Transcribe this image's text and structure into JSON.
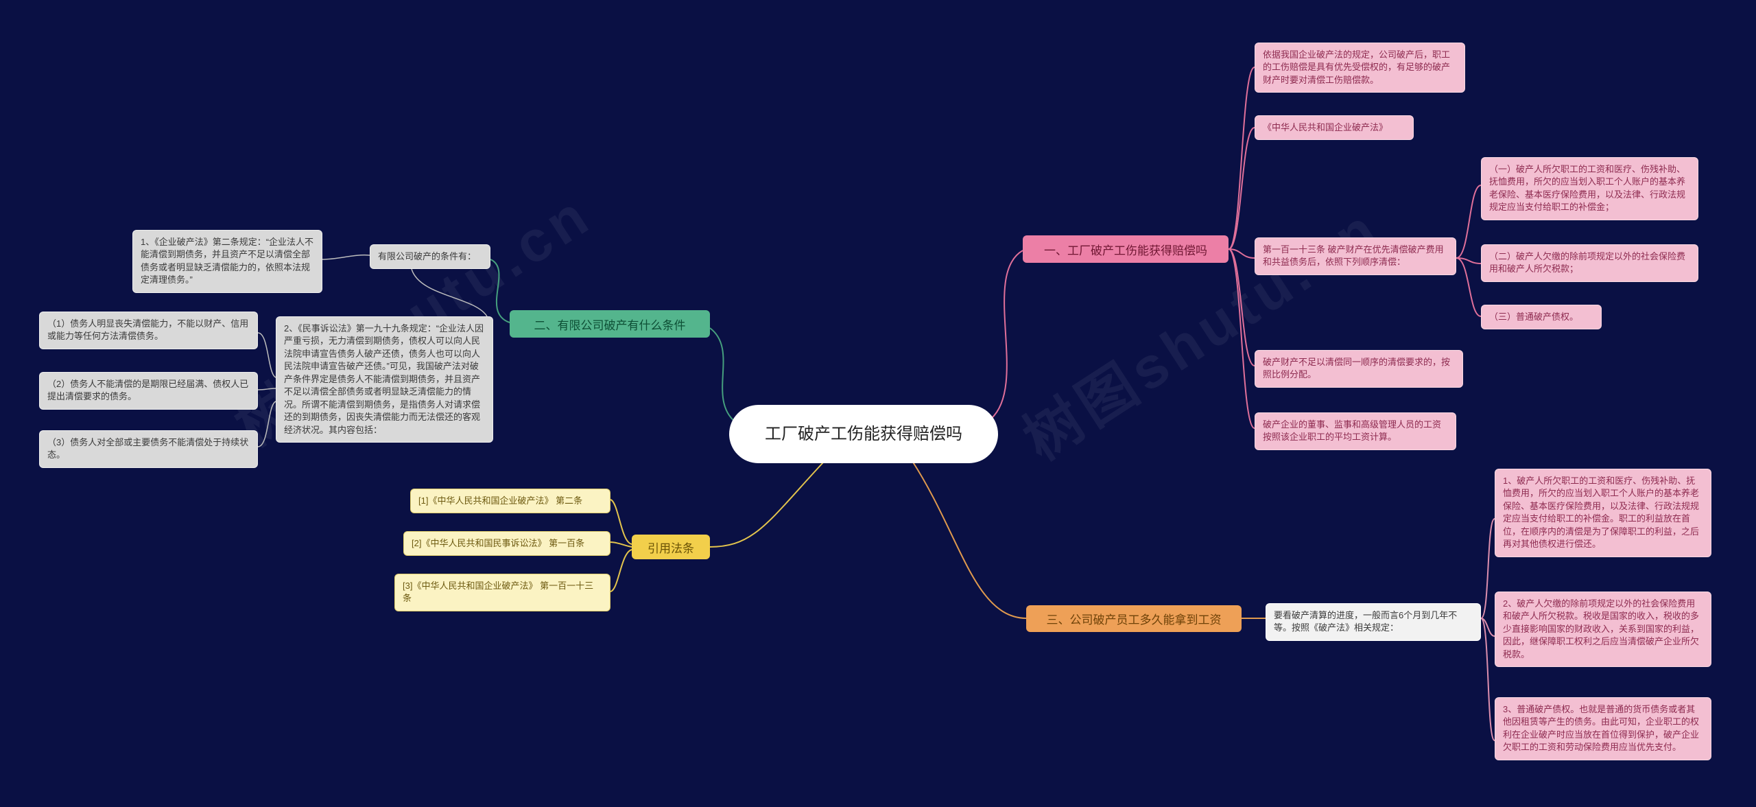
{
  "colors": {
    "background": "#0a1044",
    "branch1_accent": "#ec7fa6",
    "branch2_accent": "#54b58d",
    "citations_accent": "#f2cf4b",
    "branch3_accent": "#eea057",
    "pink_box": "#f3bfd2",
    "gray_box": "#d9d9d9",
    "pale_yellow_box": "#fbf3c3",
    "white_box": "#f2f2f2"
  },
  "watermark": {
    "text": "树图shutu.cn"
  },
  "center": {
    "label": "工厂破产工伤能获得赔偿吗"
  },
  "branch1": {
    "label": "一、工厂破产工伤能获得赔偿吗",
    "intro": "依据我国企业破产法的规定，公司破产后，职工的工伤赔偿是具有优先受偿权的，有足够的破产财产时要对清偿工伤赔偿款。",
    "law_title": "《中华人民共和国企业破产法》",
    "article": "第一百一十三条 破产财产在优先清偿破产费用和共益债务后，依照下列顺序清偿：",
    "items": [
      "（一）破产人所欠职工的工资和医疗、伤残补助、抚恤费用，所欠的应当划入职工个人账户的基本养老保险、基本医疗保险费用，以及法律、行政法规规定应当支付给职工的补偿金；",
      "（二）破产人欠缴的除前项规定以外的社会保险费用和破产人所欠税款；",
      "（三）普通破产债权。"
    ],
    "pro_rata": "破产财产不足以清偿同一顺序的清偿要求的，按照比例分配。",
    "managers": "破产企业的董事、监事和高级管理人员的工资按照该企业职工的平均工资计算。"
  },
  "branch2": {
    "label": "二、有限公司破产有什么条件",
    "header": "有限公司破产的条件有：",
    "law1": "1、《企业破产法》第二条规定：“企业法人不能清偿到期债务，并且资产不足以清偿全部债务或者明显缺乏清偿能力的，依照本法规定清理债务。”",
    "law2": "2、《民事诉讼法》第一九十九条规定：“企业法人因严重亏损，无力清偿到期债务，债权人可以向人民法院申请宣告债务人破产还债，债务人也可以向人民法院申请宣告破产还债。”可见，我国破产法对破产条件界定是债务人不能清偿到期债务，并且资产不足以清偿全部债务或者明显缺乏清偿能力的情况。所谓不能清偿到期债务，是指债务人对请求偿还的到期债务，因丧失清偿能力而无法偿还的客观经济状况。其内容包括：",
    "points": [
      "（1）债务人明显丧失清偿能力，不能以财产、信用或能力等任何方法清偿债务。",
      "（2）债务人不能清偿的是期限已经届满、债权人已提出清偿要求的债务。",
      "（3）债务人对全部或主要债务不能清偿处于持续状态。"
    ]
  },
  "citations": {
    "label": "引用法条",
    "items": [
      "[1]《中华人民共和国企业破产法》 第二条",
      "[2]《中华人民共和国民事诉讼法》 第一百条",
      "[3]《中华人民共和国企业破产法》 第一百一十三条"
    ]
  },
  "branch3": {
    "label": "三、公司破产员工多久能拿到工资",
    "intro": "要看破产清算的进度，一般而言6个月到几年不等。按照《破产法》相关规定：",
    "items": [
      "1、破产人所欠职工的工资和医疗、伤残补助、抚恤费用，所欠的应当划入职工个人账户的基本养老保险、基本医疗保险费用，以及法律、行政法规规定应当支付给职工的补偿金。职工的利益放在首位，在顺序内的清偿是为了保障职工的利益，之后再对其他债权进行偿还。",
      "2、破产人欠缴的除前项规定以外的社会保险费用和破产人所欠税款。税收是国家的收入，税收的多少直接影响国家的财政收入，关系到国家的利益，因此，继保障职工权利之后应当清偿破产企业所欠税款。",
      "3、普通破产债权。也就是普通的货币债务或者其他因租赁等产生的债务。由此可知，企业职工的权利在企业破产时应当放在首位得到保护，破产企业欠职工的工资和劳动保险费用应当优先支付。"
    ]
  }
}
